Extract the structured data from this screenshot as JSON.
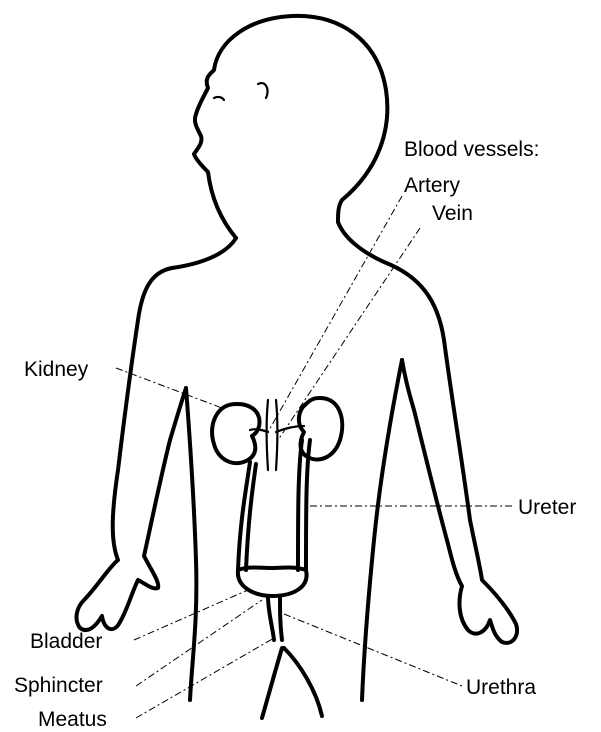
{
  "labels": {
    "blood_vessels": "Blood vessels:",
    "artery": "Artery",
    "vein": "Vein",
    "kidney": "Kidney",
    "ureter": "Ureter",
    "bladder": "Bladder",
    "sphincter": "Sphincter",
    "meatus": "Meatus",
    "urethra": "Urethra"
  },
  "colors": {
    "line": "#000000",
    "background": "#ffffff"
  }
}
